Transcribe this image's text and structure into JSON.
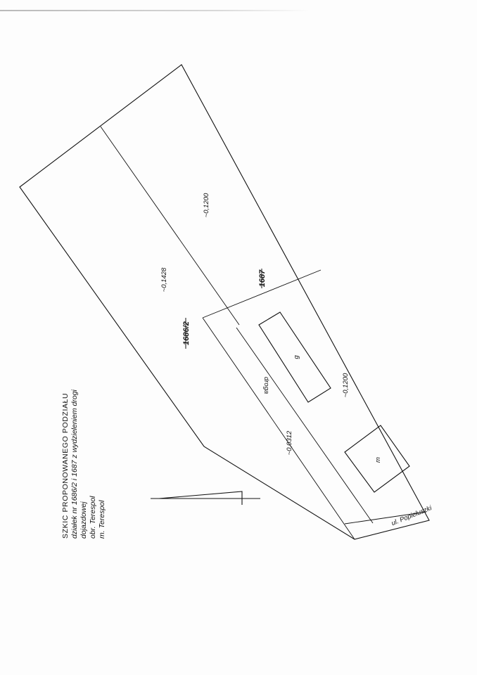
{
  "title": {
    "line1": "SZKIC  PROPONOWANEGO  PODZIAŁU",
    "line2": "działek nr 1686/2 i 1687 z wydzieleniem drogi",
    "line3": "dojazdowej",
    "line4": "obr. Terespol",
    "line5": "m. Terespol"
  },
  "parcels": {
    "p1686_2": "1686/2",
    "p1687": "1687",
    "area_1686_2": "~0,1428",
    "area_1687": "~0,1200",
    "area_south": "~0,1200",
    "area_road": "~0,0312"
  },
  "labels": {
    "road": "droga",
    "street": "ul. Popiełuszki",
    "building_g": "g",
    "building_m": "m"
  }
}
